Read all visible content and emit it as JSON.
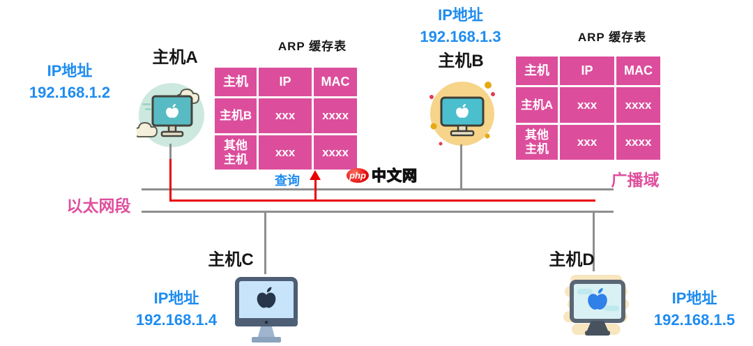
{
  "hosts": {
    "a": {
      "label": "主机A",
      "ip_title": "IP地址",
      "ip": "192.168.1.2"
    },
    "b": {
      "label": "主机B",
      "ip_title": "IP地址",
      "ip": "192.168.1.3"
    },
    "c": {
      "label": "主机C",
      "ip_title": "IP地址",
      "ip": "192.168.1.4"
    },
    "d": {
      "label": "主机D",
      "ip_title": "IP地址",
      "ip": "192.168.1.5"
    }
  },
  "arp_tables": {
    "host_a": {
      "title": "ARP 缓存表",
      "headers": [
        "主机",
        "IP",
        "MAC"
      ],
      "rows": [
        [
          "主机B",
          "xxx",
          "xxxx"
        ],
        [
          "其他\n主机",
          "xxx",
          "xxxx"
        ]
      ]
    },
    "host_b": {
      "title": "ARP 缓存表",
      "headers": [
        "主机",
        "IP",
        "MAC"
      ],
      "rows": [
        [
          "主机A",
          "xxx",
          "xxxx"
        ],
        [
          "其他\n主机",
          "xxx",
          "xxxx"
        ]
      ]
    }
  },
  "annotations": {
    "query": "查询",
    "ethernet_segment": "以太网段",
    "broadcast_domain": "广播域"
  },
  "watermark": {
    "badge": "php",
    "site": "中文网"
  },
  "colors": {
    "table_pink": "#dc4e9c",
    "label_pink": "#df4f9d",
    "ip_blue": "#1e8cf0",
    "arrow_red": "#ea0000",
    "bus_gray": "#8e8e8e",
    "text_black": "#161616"
  }
}
